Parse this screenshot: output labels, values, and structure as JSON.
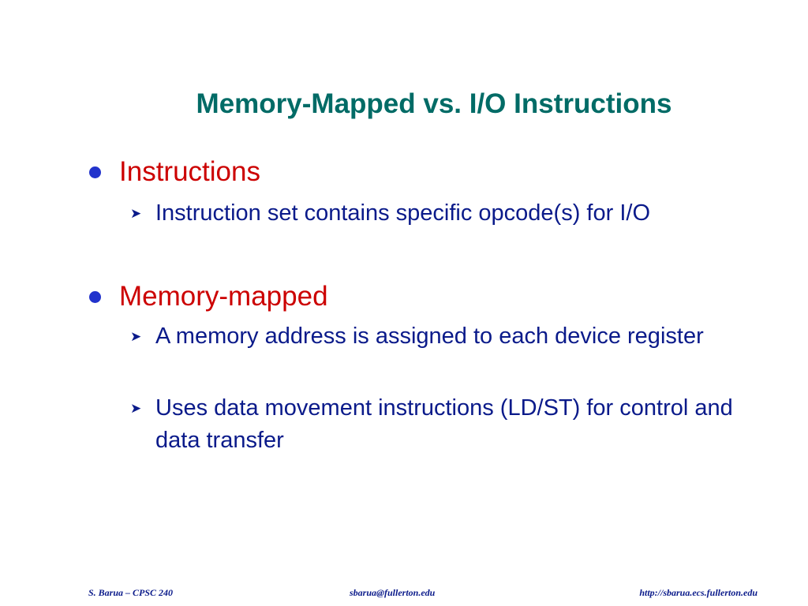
{
  "slide": {
    "title": "Memory-Mapped vs. I/O Instructions",
    "bullets": [
      {
        "label": "Instructions",
        "subitems": [
          "Instruction set contains specific opcode(s) for I/O"
        ]
      },
      {
        "label": "Memory-mapped",
        "subitems": [
          "A memory address is assigned to each device register",
          "Uses data movement instructions (LD/ST) for control and data transfer"
        ]
      }
    ],
    "bullet_icon": "filled-circle",
    "subitem_icon": "arrowhead-right",
    "colors": {
      "title": "#006b66",
      "bullet_text": "#cc0000",
      "bullet_dot": "#2233cc",
      "body_text": "#0a1a8a"
    }
  },
  "footer": {
    "left": "S. Barua – CPSC 240",
    "center": "sbarua@fullerton.edu",
    "right": "http://sbarua.ecs.fullerton.edu"
  }
}
